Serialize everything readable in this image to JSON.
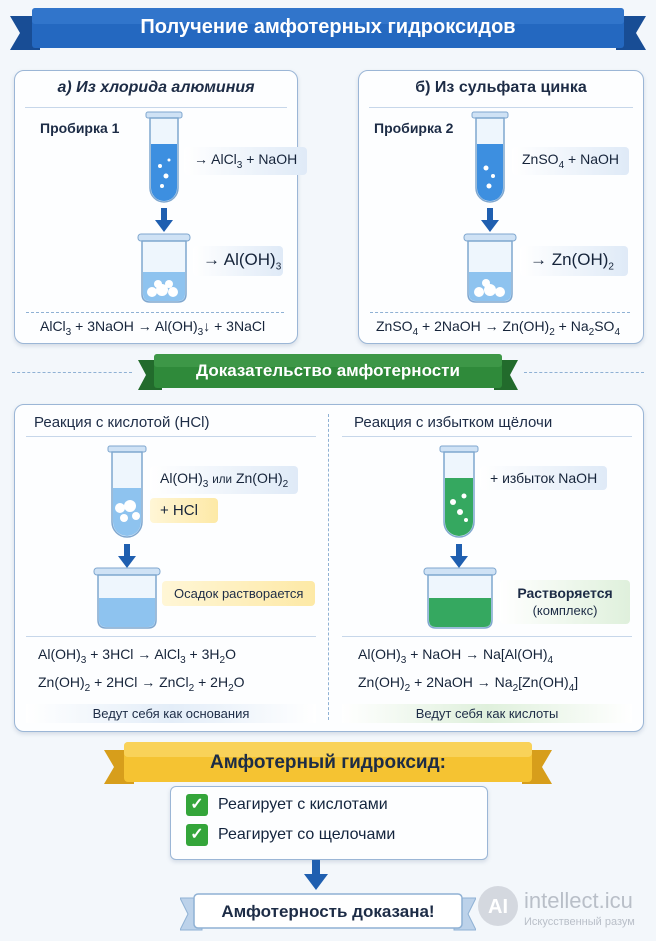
{
  "header": {
    "title": "Получение амфотерных гидроксидов"
  },
  "panel_a": {
    "title": "а) Из хлорида алюминия",
    "tube_label": "Пробирка 1",
    "reagents_html": "→ AlCl<sub>3</sub> + NaOH",
    "product_html": "→ Al(OH)<sub>3</sub>",
    "equation_html": "AlCl<sub>3</sub> + 3NaOH → Al(OH)<sub>3</sub>↓ + 3NaCl"
  },
  "panel_b": {
    "title": "б) Из сульфата цинка",
    "tube_label": "Пробирка 2",
    "reagents_html": "ZnSO<sub>4</sub> + NaOH",
    "product_html": "→ Zn(OH)<sub>2</sub>",
    "equation_html": "ZnSO<sub>4</sub> + 2NaOH → Zn(OH)<sub>2</sub> + Na<sub>2</sub>SO<sub>4</sub>"
  },
  "proof": {
    "title": "Доказательство амфотерности",
    "acid": {
      "title": "Реакция с кислотой (HCl)",
      "tag1_html": "Al(OH)<sub>3</sub> <small>или</small> Zn(OH)<sub>2</sub>",
      "tag2": "+ HCl",
      "result": "Осадок растворается",
      "eq1_html": "Al(OH)<sub>3</sub> + 3HCl → AlCl<sub>3</sub> + 3H<sub>2</sub>O",
      "eq2_html": "Zn(OH)<sub>2</sub> + 2HCl → ZnCl<sub>2</sub> + 2H<sub>2</sub>O",
      "conclusion": "Ведут себя как основания"
    },
    "base": {
      "title": "Реакция с избытком щёлочи",
      "tag1": "+ избыток NaOH",
      "result1": "Растворяется",
      "result2": "(комплекс)",
      "eq1_html": "Al(OH)<sub>3</sub> + NaOH → Na[Al(OH)<sub>4</sub>",
      "eq2_html": "Zn(OH)<sub>2</sub> + 2NaOH → Na<sub>2</sub>[Zn(OH)<sub>4</sub>]",
      "conclusion": "Ведут себя как кислоты"
    }
  },
  "summary": {
    "title": "Амфотерный гидроксид:",
    "items": [
      "Реагирует с кислотами",
      "Реагирует со щелочами"
    ]
  },
  "final": {
    "text": "Амфотерность доказана!"
  },
  "watermark": {
    "site": "intellect.icu",
    "tagline": "Искусственный разум"
  },
  "colors": {
    "ribbon_blue": "#1f63b8",
    "ribbon_green": "#2f8a3a",
    "ribbon_yellow": "#f5c332",
    "check_green": "#34a53a",
    "liquid_blue": "#3d8fe0",
    "liquid_green": "#35a860"
  }
}
